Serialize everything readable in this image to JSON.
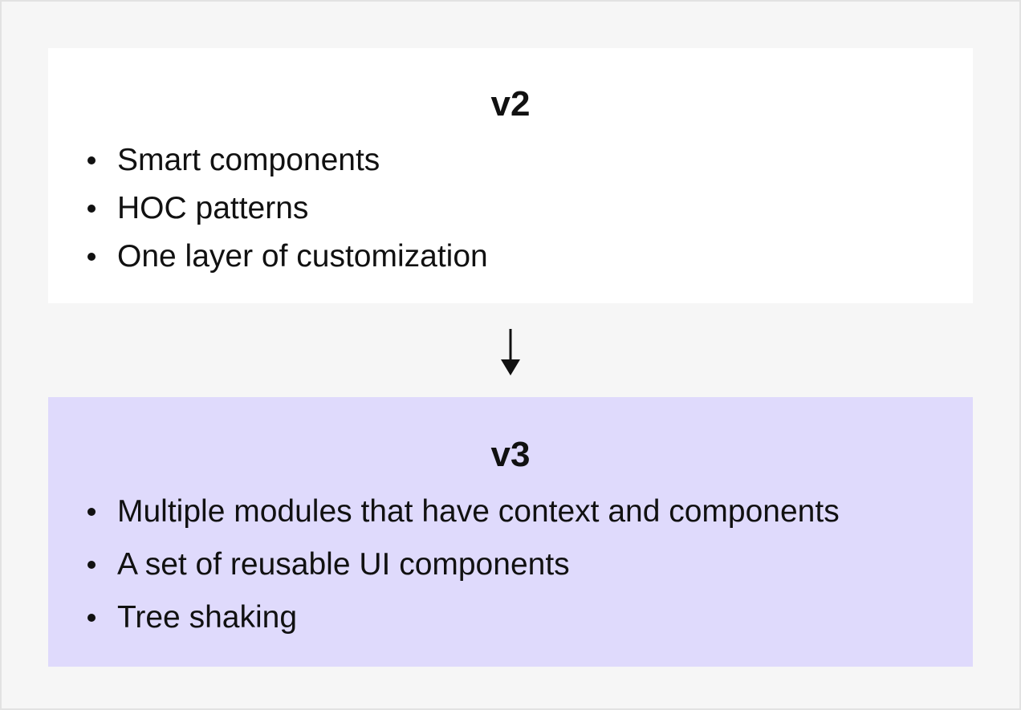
{
  "v2": {
    "title": "v2",
    "items": [
      "Smart components",
      "HOC patterns",
      "One layer of customization"
    ]
  },
  "v3": {
    "title": "v3",
    "items": [
      "Multiple modules that have context and components",
      "A set of reusable UI components",
      "Tree shaking"
    ]
  },
  "colors": {
    "background": "#f6f6f6",
    "v2_box": "#ffffff",
    "v3_box": "#dfdafc",
    "text": "#111111"
  },
  "icons": {
    "connector": "arrow-down-icon"
  }
}
